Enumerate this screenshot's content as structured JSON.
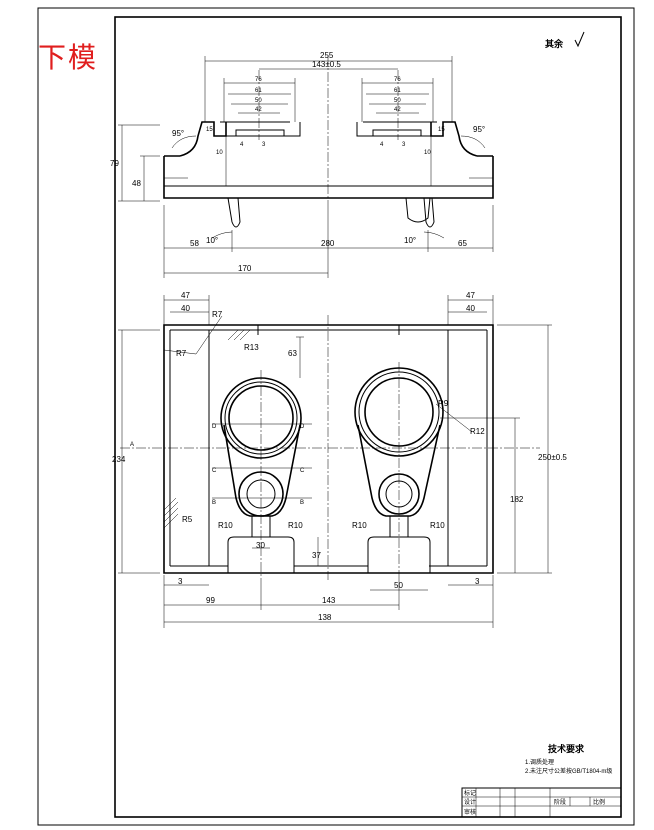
{
  "title": "下模",
  "roughness_note": "其余",
  "tech_req": {
    "heading": "技术要求",
    "line1": "1.调质处理",
    "line2": "2.未注尺寸公差按GB/T1804-m级"
  },
  "top_view_dims": {
    "overall": "255",
    "center_span": "143±0.5",
    "w76": "76",
    "w61": "61",
    "w50": "50",
    "w42": "42",
    "w4": "4",
    "w3": "3",
    "h15": "15",
    "h10": "10",
    "h79": "79",
    "h48": "48",
    "ang_top": "95°",
    "ang_bottom": "10°",
    "left58": "58",
    "mid280": "280",
    "right65": "65",
    "w170": "170"
  },
  "front_view_dims": {
    "w47": "47",
    "w40": "40",
    "r7": "R7",
    "r13": "R13",
    "h63": "63",
    "h234": "234",
    "h250": "250±0.5",
    "h182": "182",
    "h37": "37",
    "w3": "3",
    "w99": "99",
    "w143": "143",
    "w138": "138",
    "w30": "30",
    "w50": "50",
    "r10": "R10",
    "r5": "R5",
    "r9": "R9",
    "r12": "R12",
    "sec_a": "A",
    "sec_b": "B",
    "sec_c": "C",
    "sec_d": "D"
  },
  "title_block": {
    "label_a": "标记",
    "label_b": "设计",
    "label_c": "审核",
    "label_d": "阶段",
    "label_e": "比例"
  }
}
